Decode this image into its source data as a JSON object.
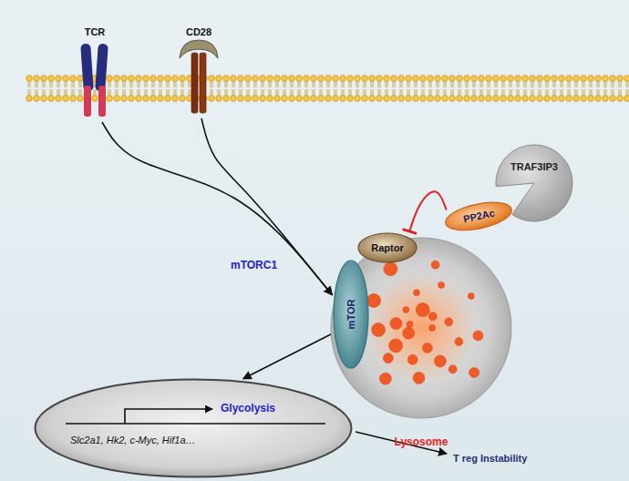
{
  "diagram": {
    "nodes": [
      {
        "text": [
          "TCR"
        ]
      },
      {
        "text": [
          "CD28"
        ]
      },
      {
        "text": [
          "TRAF3IP3"
        ]
      },
      {
        "text": [
          "PP2Ac"
        ]
      },
      {
        "text": [
          "Raptor"
        ]
      },
      {
        "text": [
          "mTOR"
        ]
      },
      {
        "text": [
          "Lysosome"
        ]
      },
      {
        "text": [
          "Glycolysis",
          "Slc2a1, Hk2, c-Myc, Hif1a…"
        ]
      }
    ],
    "edges": [
      {
        "from": 0,
        "to": 5,
        "arrow": "to"
      },
      {
        "from": 1,
        "to": 5,
        "arrow": "to"
      },
      {
        "from": 3,
        "to": 4,
        "arrow": "to"
      },
      {
        "from": 5,
        "to": 7,
        "arrow": "to"
      }
    ],
    "labels": [
      "mTORC1",
      "T reg Instability"
    ]
  }
}
